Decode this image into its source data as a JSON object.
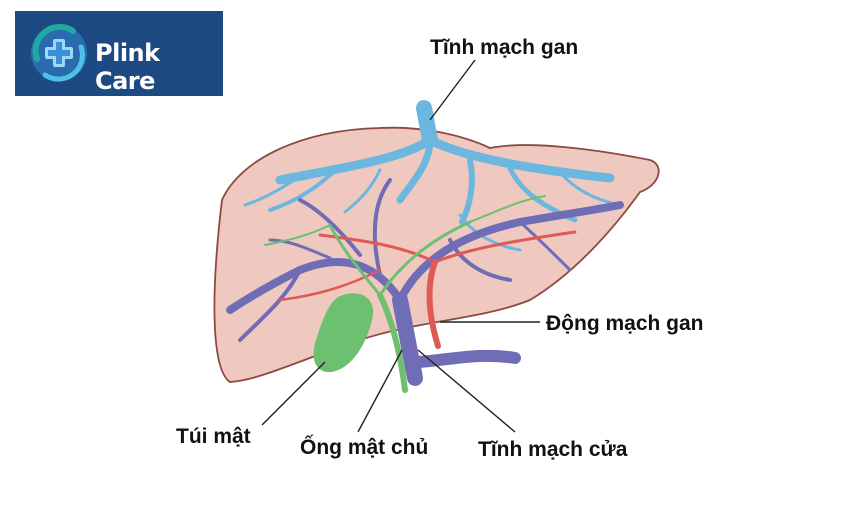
{
  "brand": {
    "name": "Plink Care",
    "bg_color": "#1d4a82",
    "icon": "medical-cross-icon"
  },
  "labels": {
    "hepatic_vein": "Tĩnh mạch gan",
    "hepatic_artery": "Động mạch gan",
    "gallbladder": "Túi mật",
    "common_bile_duct": "Ống mật chủ",
    "portal_vein": "Tĩnh mạch cửa"
  },
  "colors": {
    "liver": "#efc9c0",
    "liver_outline": "#8c4a40",
    "hepatic_vein": "#6bb7df",
    "portal_vein": "#6f6db5",
    "hepatic_artery": "#e05a55",
    "bile_duct": "#6cc070"
  }
}
